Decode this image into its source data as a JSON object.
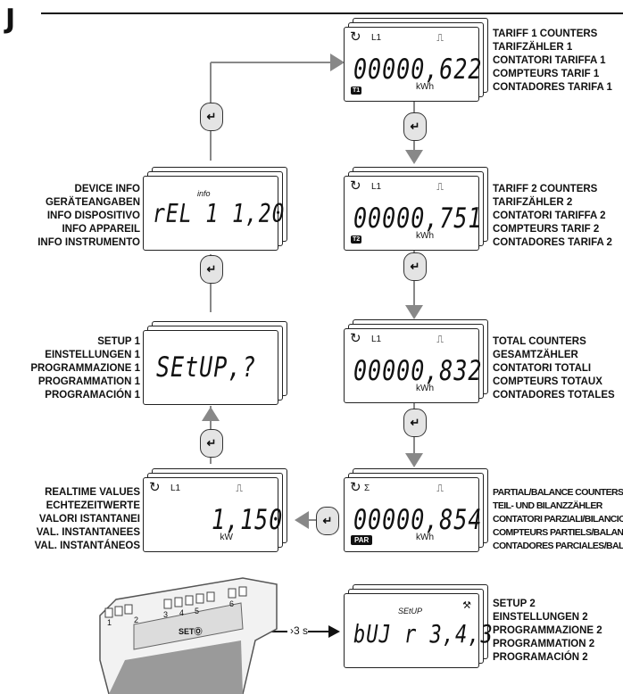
{
  "header": {
    "letter": "J"
  },
  "icons": {
    "cycle": "↻",
    "pulse": "⎍",
    "enter": "↵",
    "tool": "⚒"
  },
  "time_label": "›3 s",
  "device_label": "SETⓄ",
  "terminal_numbers": [
    "1",
    "2",
    "3",
    "4",
    "5",
    "6"
  ],
  "t1": {
    "lcd": {
      "phase": "L1",
      "digits": "00000,622",
      "unit": "kWh",
      "badge": "T1"
    },
    "labels": [
      "TARIFF 1 COUNTERS",
      "TARIFZÄHLER 1",
      "CONTATORI TARIFFA 1",
      "COMPTEURS TARIF 1",
      "CONTADORES TARIFA 1"
    ]
  },
  "t2": {
    "lcd": {
      "phase": "L1",
      "digits": "00000,751",
      "unit": "kWh",
      "badge": "T2"
    },
    "labels": [
      "TARIFF 2 COUNTERS",
      "TARIFZÄHLER 2",
      "CONTATORI TARIFFA 2",
      "COMPTEURS TARIF 2",
      "CONTADORES TARIFA 2"
    ]
  },
  "total": {
    "lcd": {
      "phase": "L1",
      "digits": "00000,832",
      "unit": "kWh"
    },
    "labels": [
      "TOTAL COUNTERS",
      "GESAMTZÄHLER",
      "CONTATORI TOTALI",
      "COMPTEURS TOTAUX",
      "CONTADORES TOTALES"
    ]
  },
  "partial": {
    "lcd": {
      "phase": "Σ",
      "digits": "00000,854",
      "unit": "kWh",
      "badge": "PAR"
    },
    "labels": [
      "PARTIAL/BALANCE COUNTERS",
      "TEIL- UND BILANZZÄHLER",
      "CONTATORI PARZIALI/BILANCIO",
      "COMPTEURS PARTIELS/BALANCE",
      "CONTADORES PARCIALES/BALANCE"
    ]
  },
  "realtime": {
    "lcd": {
      "phase": "L1",
      "digits": "1,150",
      "unit": "kW"
    },
    "labels": [
      "REALTIME VALUES",
      "ECHTEZEITWERTE",
      "VALORI ISTANTANEI",
      "VAL. INSTANTANEES",
      "VAL. INSTANTÁNEOS"
    ]
  },
  "setup1": {
    "lcd": {
      "digits": "SEtUP,?"
    },
    "labels": [
      "SETUP 1",
      "EINSTELLUNGEN 1",
      "PROGRAMMAZIONE 1",
      "PROGRAMMATION 1",
      "PROGRAMACIÓN 1"
    ]
  },
  "info": {
    "lcd": {
      "small": "info",
      "digits": "rEL 1  1,20"
    },
    "labels": [
      "DEVICE INFO",
      "GERÄTEANGABEN",
      "INFO DISPOSITIVO",
      "INFO APPAREIL",
      "INFO INSTRUMENTO"
    ]
  },
  "setup2": {
    "lcd": {
      "small": "SEtUP",
      "digits": "bUJ r  3,4,3"
    },
    "labels": [
      "SETUP 2",
      "EINSTELLUNGEN 2",
      "PROGRAMMAZIONE 2",
      "PROGRAMMATION 2",
      "PROGRAMACIÓN 2"
    ]
  },
  "colors": {
    "arrow": "#888888",
    "button_fill": "#e4e4e4",
    "line": "#222222"
  }
}
